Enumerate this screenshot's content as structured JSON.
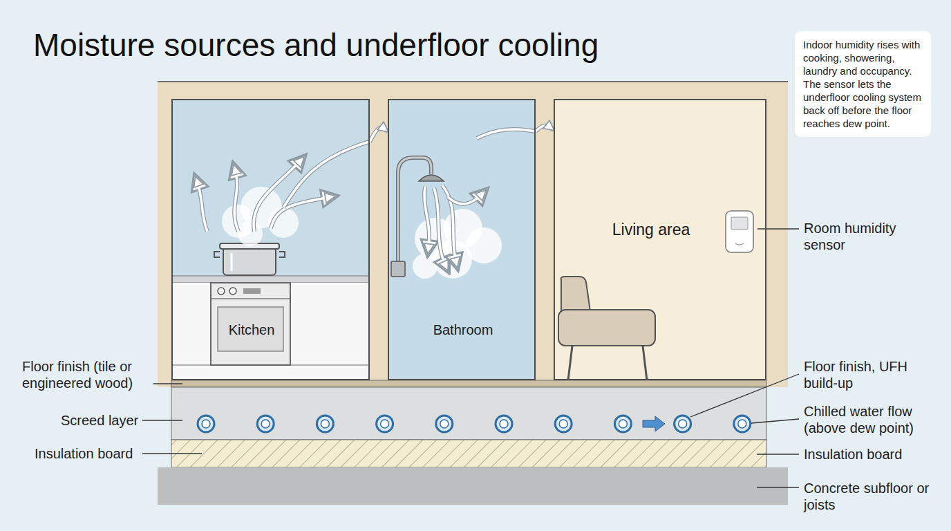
{
  "diagram": {
    "title": "Moisture sources and underfloor cooling",
    "nodes": [
      {
        "text": [
          "Kitchen"
        ]
      },
      {
        "text": [
          "Bathroom"
        ]
      },
      {
        "text": [
          "Living area"
        ]
      },
      {
        "text": [
          "Indoor humidity rises with cooking, showering, laundry and occupancy. The sensor lets the underfloor cooling system back off before the floor reaches dew point."
        ]
      }
    ],
    "edges": [
      {
        "from": 0,
        "to": 1,
        "arrow": "to"
      },
      {
        "from": 1,
        "to": 2,
        "arrow": "to"
      }
    ],
    "labels": [
      "Room humidity sensor",
      "Floor finish (tile or engineered wood)",
      "Screed layer",
      "Insulation board",
      "Floor finish, UFH build-up",
      "Chilled water flow (above dew point)",
      "Insulation board",
      "Concrete subfloor or joists"
    ]
  }
}
